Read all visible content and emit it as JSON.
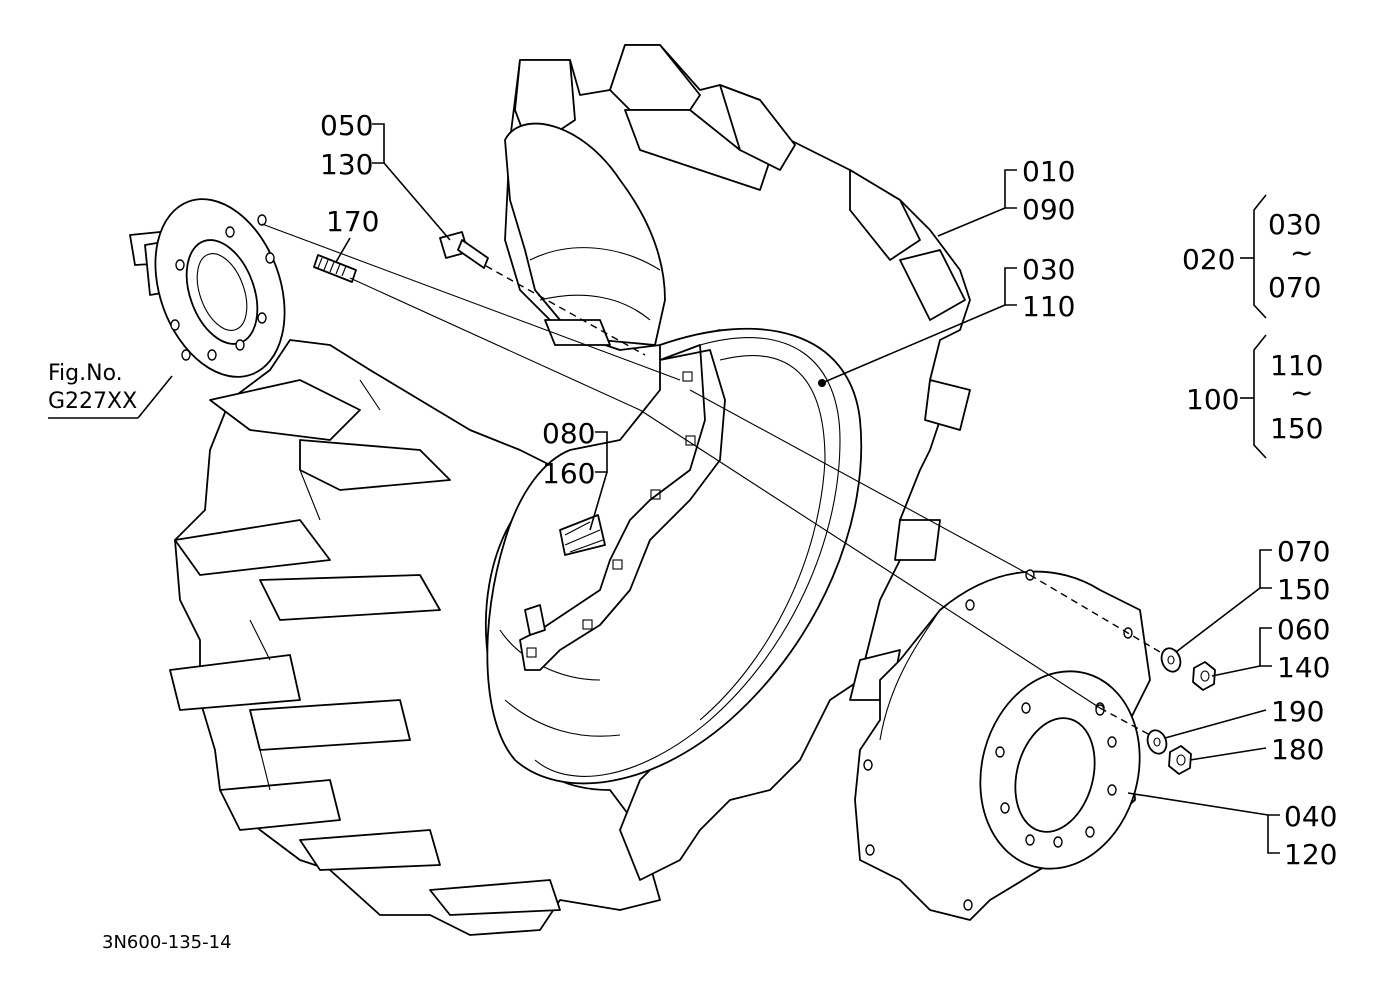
{
  "callouts": {
    "c010": "010",
    "c090": "090",
    "c030a": "030",
    "c110a": "110",
    "c050": "050",
    "c130": "130",
    "c170": "170",
    "c080": "080",
    "c160": "160",
    "c070a": "070",
    "c150a": "150",
    "c060": "060",
    "c140": "140",
    "c190": "190",
    "c180": "180",
    "c040": "040",
    "c120": "120"
  },
  "group_020": {
    "label": "020",
    "from": "030",
    "tilde": "~",
    "to": "070"
  },
  "group_100": {
    "label": "100",
    "from": "110",
    "tilde": "~",
    "to": "150"
  },
  "figref": {
    "line1": "Fig.No.",
    "line2": "G227XX"
  },
  "drawing_code": "3N600-135-14"
}
